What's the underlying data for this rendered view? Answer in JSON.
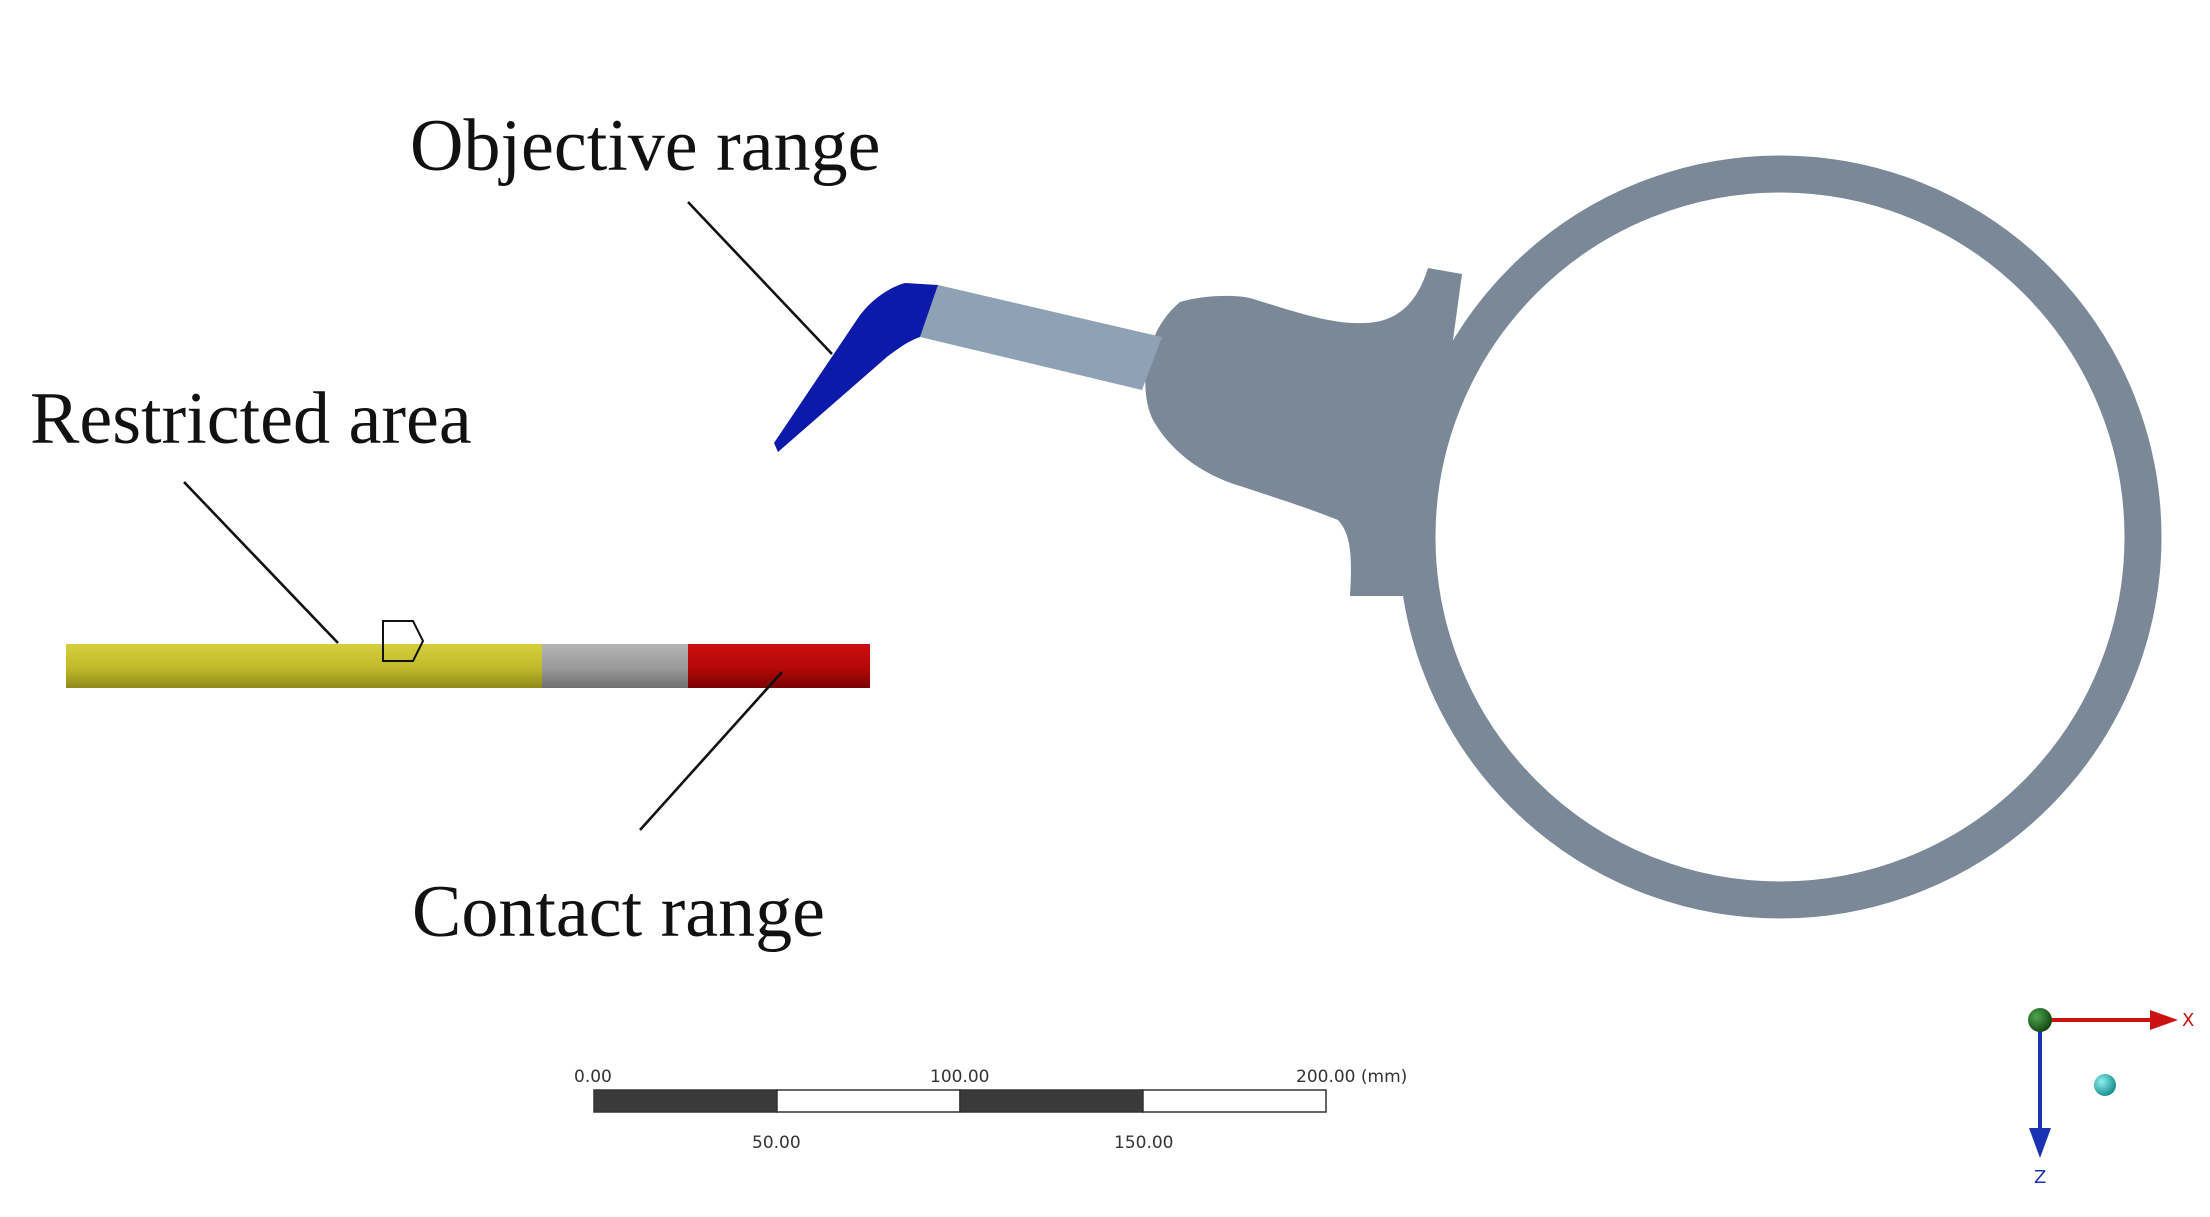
{
  "labels": {
    "objective": "Objective range",
    "restricted": "Restricted area",
    "contact": "Contact range"
  },
  "scale_bar": {
    "top_ticks": [
      "0.00",
      "100.00",
      "200.00 (mm)"
    ],
    "bottom_ticks": [
      "50.00",
      "150.00"
    ]
  },
  "axis_triad": {
    "x_label": "X",
    "z_label": "Z"
  },
  "colors": {
    "restricted_area": "#c4bd2e",
    "middle_segment": "#9a9a9a",
    "contact_range": "#bb0a0a",
    "objective_range": "#0b1aa8",
    "arm_light": "#8fa1b4",
    "body": "#7a8898",
    "x_axis": "#cc1111",
    "z_axis": "#1a33b5",
    "y_axis_dot": "#1d6b1d",
    "view_dot": "#20b0b0"
  }
}
